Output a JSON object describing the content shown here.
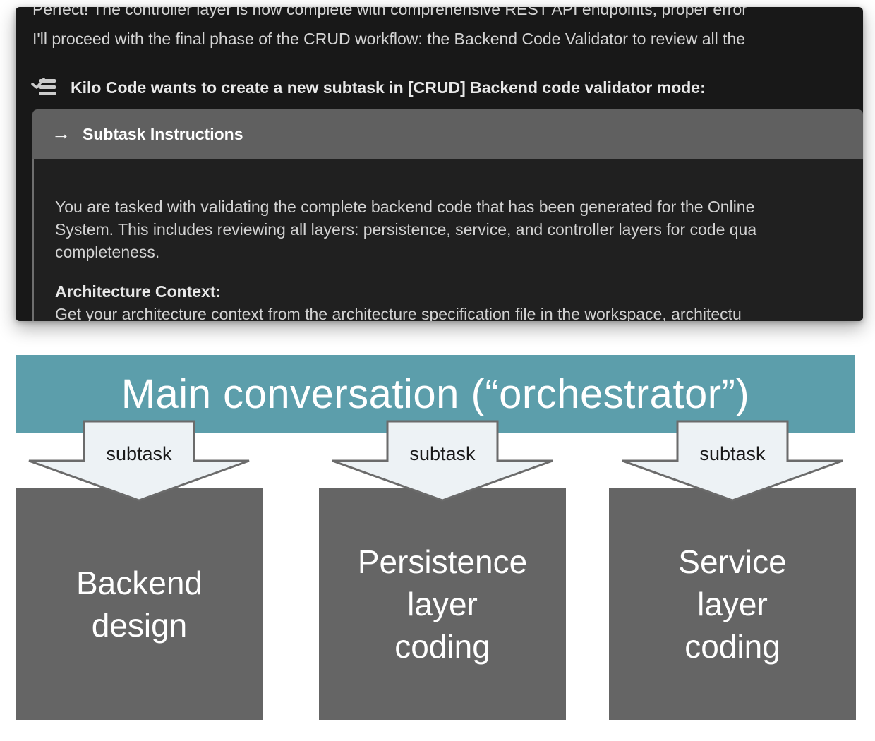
{
  "chat": {
    "intro_lines": [
      "Perfect! The controller layer is now complete with comprehensive REST API endpoints, proper error",
      "I'll proceed with the final phase of the CRUD workflow: the Backend Code Validator to review all the"
    ],
    "subtask_prompt": "Kilo Code wants to create a new subtask in [CRUD] Backend code validator mode:",
    "panel": {
      "arrow_glyph": "→",
      "header": "Subtask Instructions",
      "body_lines": [
        "You are tasked with validating the complete backend code that has been generated for the Online",
        "System. This includes reviewing all layers: persistence, service, and controller layers for code qua",
        "completeness."
      ],
      "section_heading": "Architecture Context:",
      "section_line": "Get your architecture context from the architecture specification file in the workspace, architectu"
    }
  },
  "diagram": {
    "banner": "Main conversation (“orchestrator”)",
    "arrow_label": "subtask",
    "boxes": [
      {
        "name": "backend-design",
        "lines": [
          "Backend",
          "design"
        ]
      },
      {
        "name": "persistence-layer-coding",
        "lines": [
          "Persistence",
          "layer",
          "coding"
        ]
      },
      {
        "name": "service-layer-coding",
        "lines": [
          "Service",
          "layer",
          "coding"
        ]
      }
    ],
    "colors": {
      "banner_bg": "#5C9EAB",
      "box_bg": "#656565",
      "arrow_fill": "#EDF2F5",
      "arrow_stroke": "#6B6B6B",
      "chat_bg": "#181818",
      "panel_header_bg": "#606060"
    }
  }
}
